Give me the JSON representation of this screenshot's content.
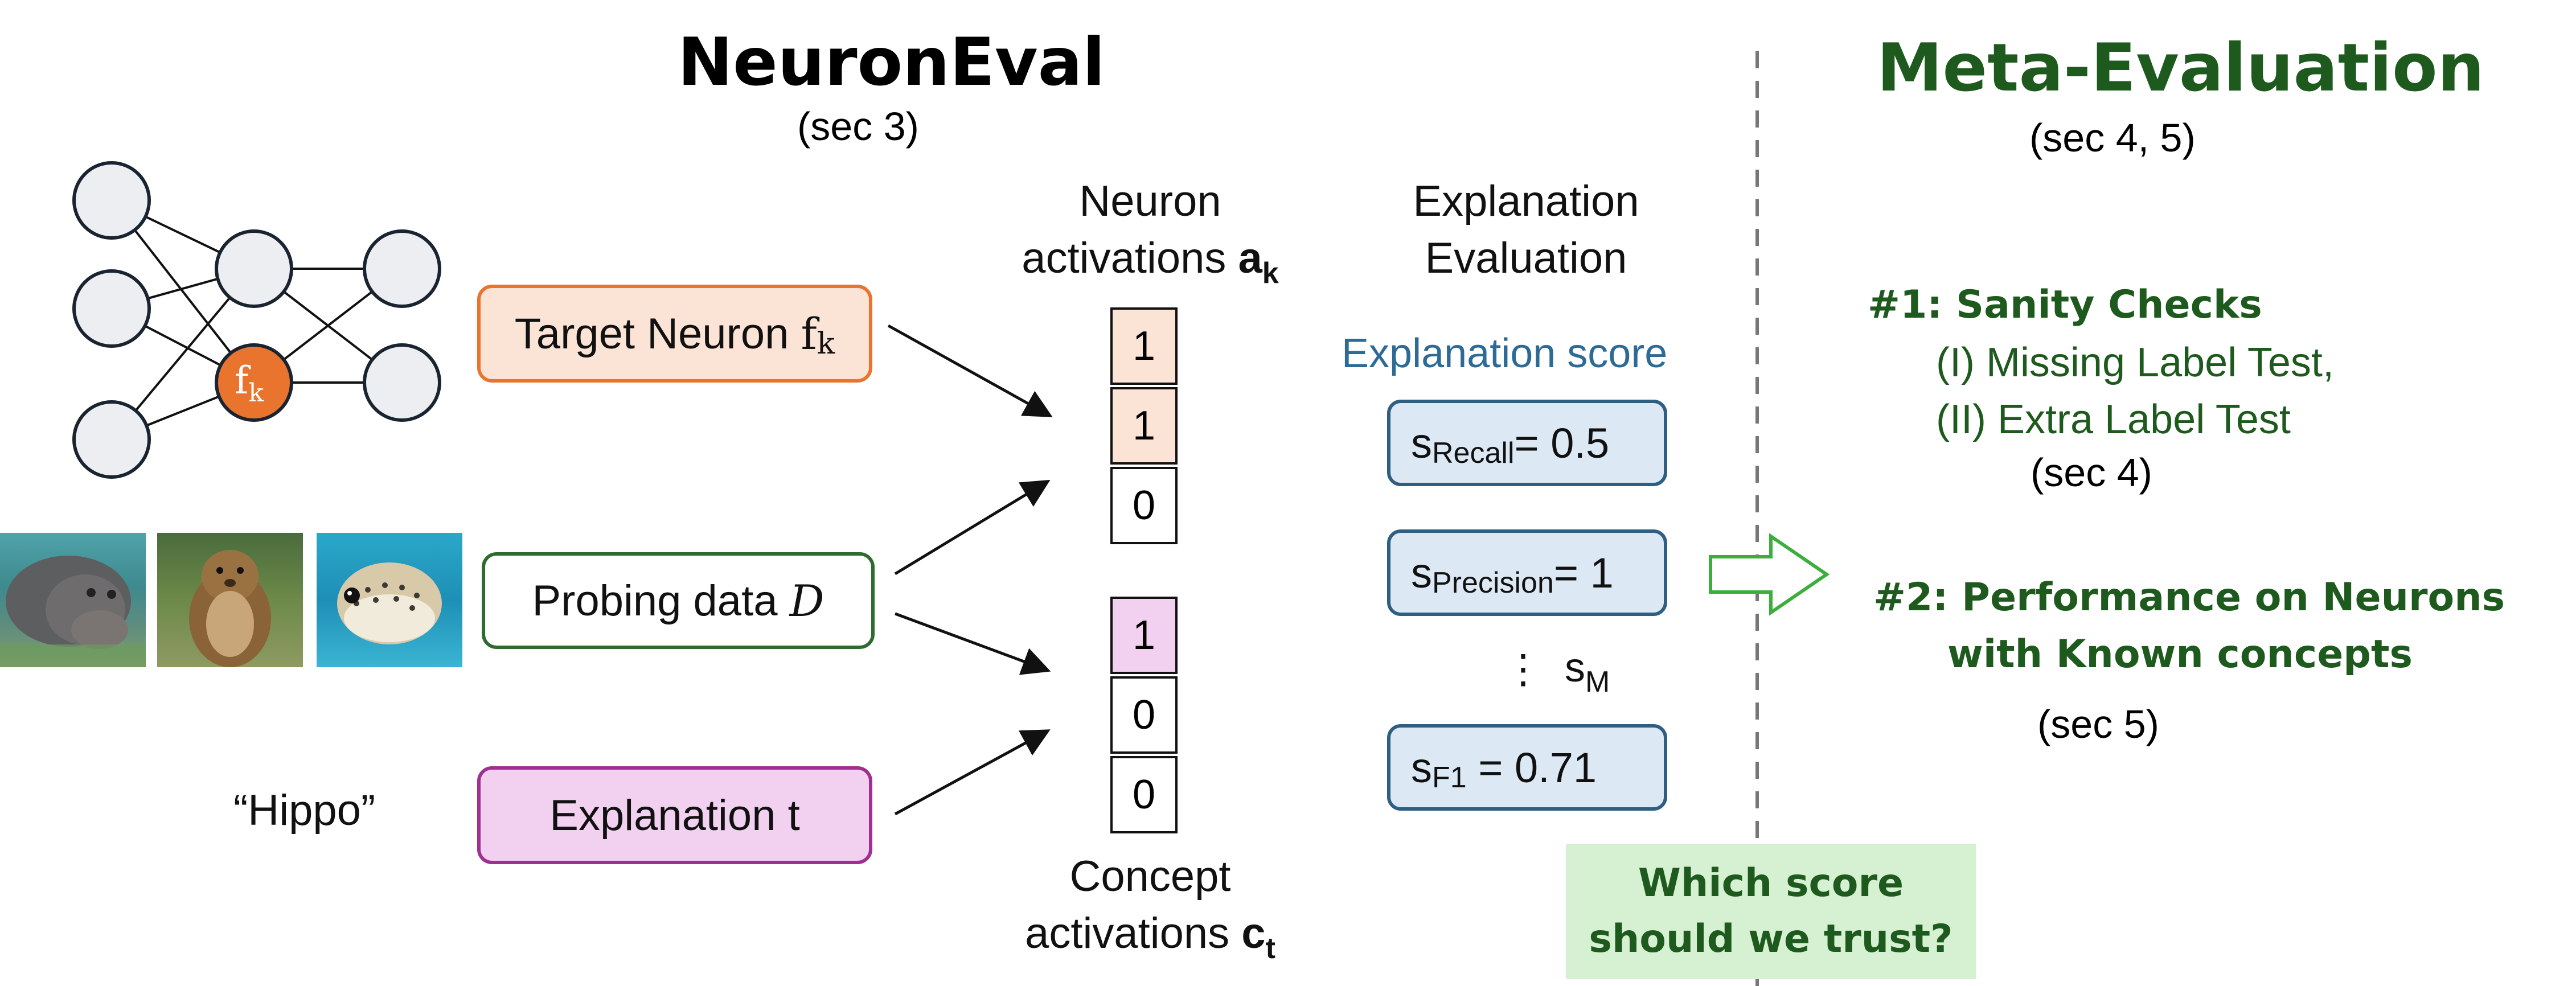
{
  "left_title": "NeuronEval",
  "left_sec": "(sec 3)",
  "right_title": "Meta-Evaluation",
  "right_sec": "(sec 4, 5)",
  "network": {
    "neuron_label_base": "f",
    "neuron_label_sub": "k"
  },
  "inputs": {
    "target_neuron_text": "Target Neuron ",
    "target_neuron_symbol": "f",
    "target_neuron_sub": "k",
    "probing_text": "Probing data ",
    "probing_symbol": "D",
    "explanation_text": "Explanation t",
    "quote": "“Hippo”"
  },
  "neuron_activations": {
    "line1": "Neuron",
    "line2": "activations ",
    "symbol": "a",
    "sub": "k",
    "values": [
      "1",
      "1",
      "0"
    ]
  },
  "concept_activations": {
    "line1": "Concept",
    "line2": "activations ",
    "symbol": "c",
    "sub": "t",
    "values": [
      "1",
      "0",
      "0"
    ]
  },
  "explanation_eval": {
    "heading1": "Explanation",
    "heading2": "Evaluation",
    "score_label": "Explanation score",
    "scores": [
      {
        "base": "s",
        "sub": "Recall",
        "value": "= 0.5"
      },
      {
        "base": "s",
        "sub": "Precision",
        "value": "= 1"
      },
      {
        "base": "s",
        "sub": "F1",
        "value": " = 0.71"
      }
    ],
    "dots": "⋮",
    "sm_base": "s",
    "sm_sub": "M"
  },
  "question": {
    "line1": "Which score",
    "line2": "should we trust?"
  },
  "meta": {
    "item1_title": "#1: Sanity Checks",
    "item1_line1": "(I) Missing Label Test,",
    "item1_line2": "(II) Extra Label Test",
    "item1_sec": "(sec 4)",
    "item2_line1": "#2: Performance on Neurons",
    "item2_line2": "with Known concepts",
    "item2_sec": "(sec 5)"
  },
  "colors": {
    "neuron_orange": "#e8742e",
    "target_fill": "#fbe4d6",
    "target_border": "#e8742e",
    "probing_border": "#2e6b2e",
    "explanation_fill": "#f2d0ef",
    "explanation_border": "#a0308f",
    "score_fill": "#dce9f5",
    "score_border": "#2e5f83",
    "score_label": "#2e6a96",
    "meta_green": "#1e5a1e",
    "question_fill": "#d6f0d2"
  },
  "photos": [
    {
      "name": "hippo-photo",
      "subject": "hippo"
    },
    {
      "name": "prairie-dog-photo",
      "subject": "prairie dog"
    },
    {
      "name": "pufferfish-photo",
      "subject": "pufferfish"
    }
  ]
}
